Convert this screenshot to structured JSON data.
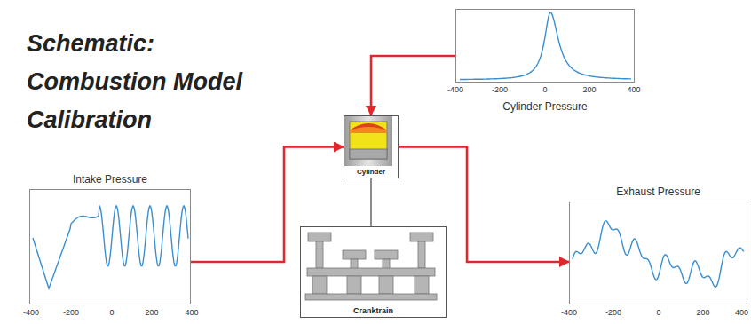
{
  "diagram": {
    "title": "Schematic: Combustion Model Calibration",
    "nodes": [
      {
        "text": [
          "Cylinder Pressure"
        ]
      },
      {
        "text": [
          "Intake Pressure"
        ]
      },
      {
        "text": [
          "Cylinder"
        ]
      },
      {
        "text": [
          "Cranktrain"
        ]
      },
      {
        "text": [
          "Exhaust Pressure"
        ]
      }
    ],
    "edges": [
      {
        "from": 0,
        "to": 2,
        "arrow": "to"
      },
      {
        "from": 1,
        "to": 2,
        "arrow": "to"
      },
      {
        "from": 2,
        "to": 4,
        "arrow": "to"
      },
      {
        "from": 2,
        "to": 3,
        "arrow": "none"
      }
    ],
    "labels": [
      "-400",
      "-200",
      "0",
      "200",
      "400",
      "-400",
      "-200",
      "0",
      "200",
      "400",
      "-400",
      "-200",
      "0",
      "200",
      "400"
    ]
  }
}
